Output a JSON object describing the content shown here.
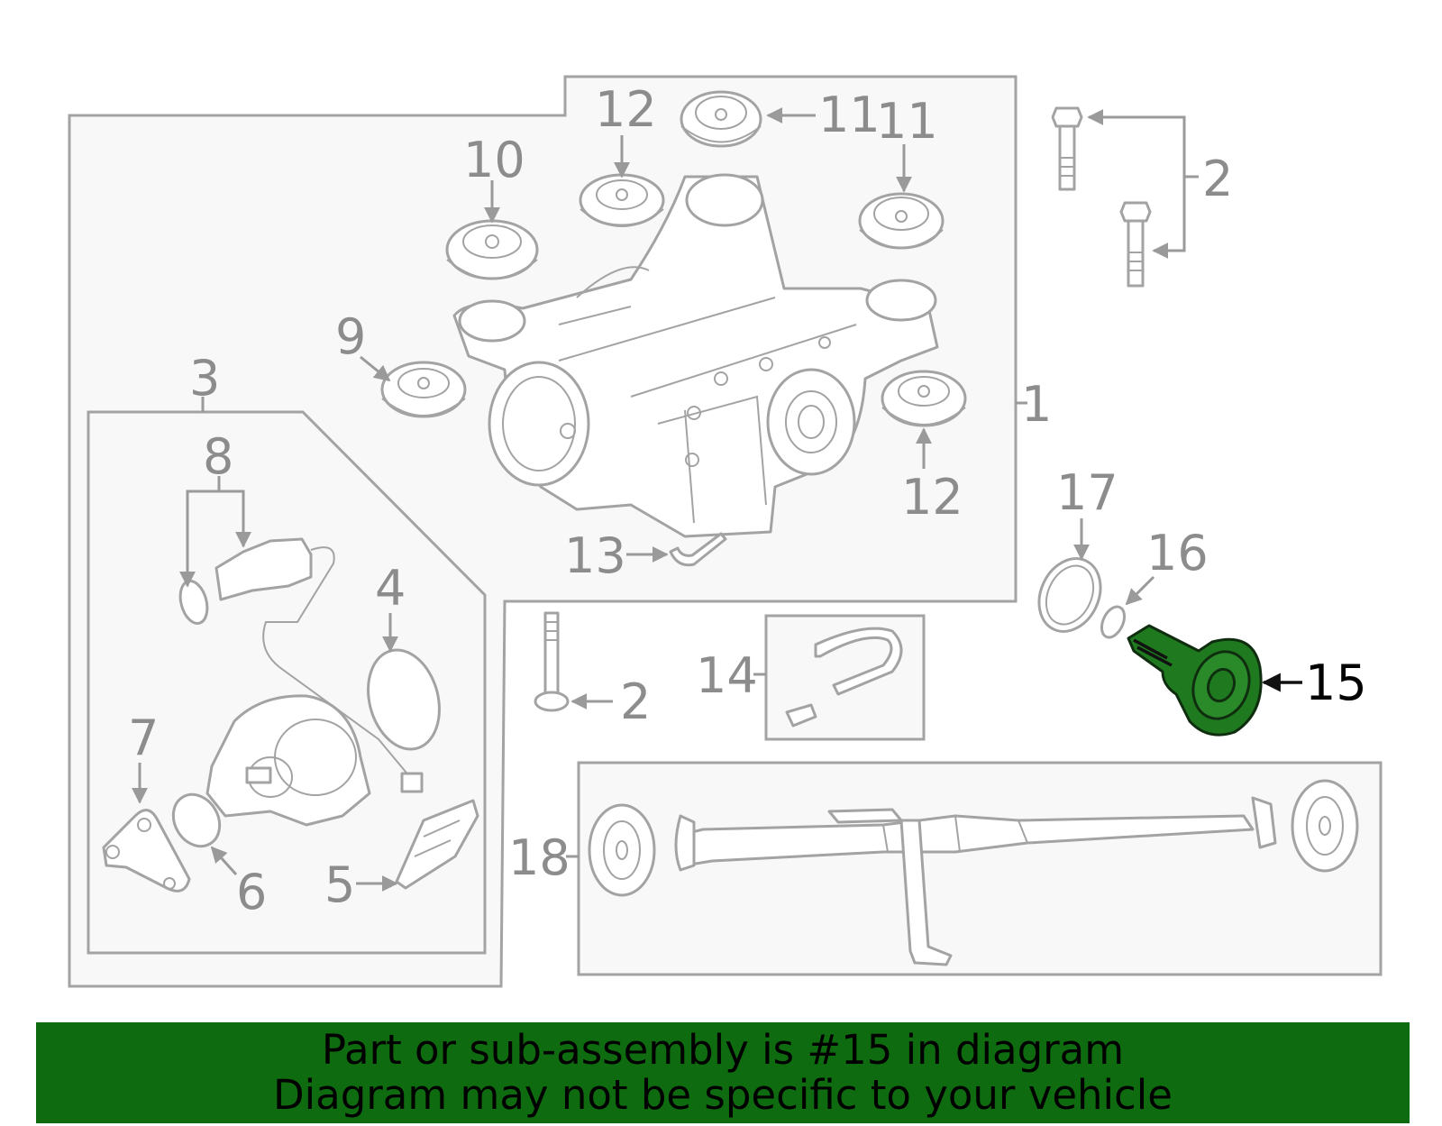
{
  "callouts": {
    "c1": "1",
    "c2a": "2",
    "c2b": "2",
    "c3": "3",
    "c4": "4",
    "c5": "5",
    "c6": "6",
    "c7": "7",
    "c8": "8",
    "c9": "9",
    "c10": "10",
    "c11a": "11",
    "c11b": "11",
    "c12a": "12",
    "c12b": "12",
    "c13": "13",
    "c14": "14",
    "c15": "15",
    "c16": "16",
    "c17": "17",
    "c18": "18"
  },
  "highlight": {
    "part": "15",
    "color": "#1f7a1f"
  },
  "banner": {
    "line1": "Part or sub-assembly is #15 in diagram",
    "line2": "Diagram may not be specific to your vehicle",
    "background": "#0f6b0f"
  }
}
